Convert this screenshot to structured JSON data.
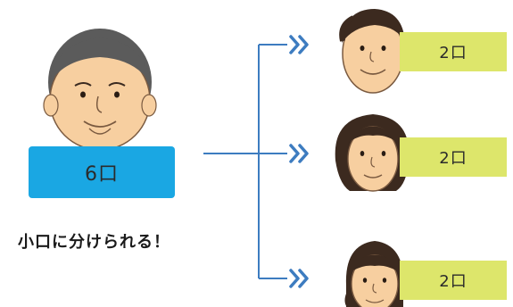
{
  "source": {
    "label": "6口"
  },
  "shares": [
    {
      "label": "2口"
    },
    {
      "label": "2口"
    },
    {
      "label": "2口"
    }
  ],
  "caption": "小口に分けられる！",
  "colors": {
    "source_box": "#1aa7e3",
    "share_box": "#dde66b",
    "arrow": "#3d7cc0",
    "skin": "#f7cfa0",
    "hair_dark": "#3c2a1f",
    "hair_grey": "#5b5b5b"
  }
}
